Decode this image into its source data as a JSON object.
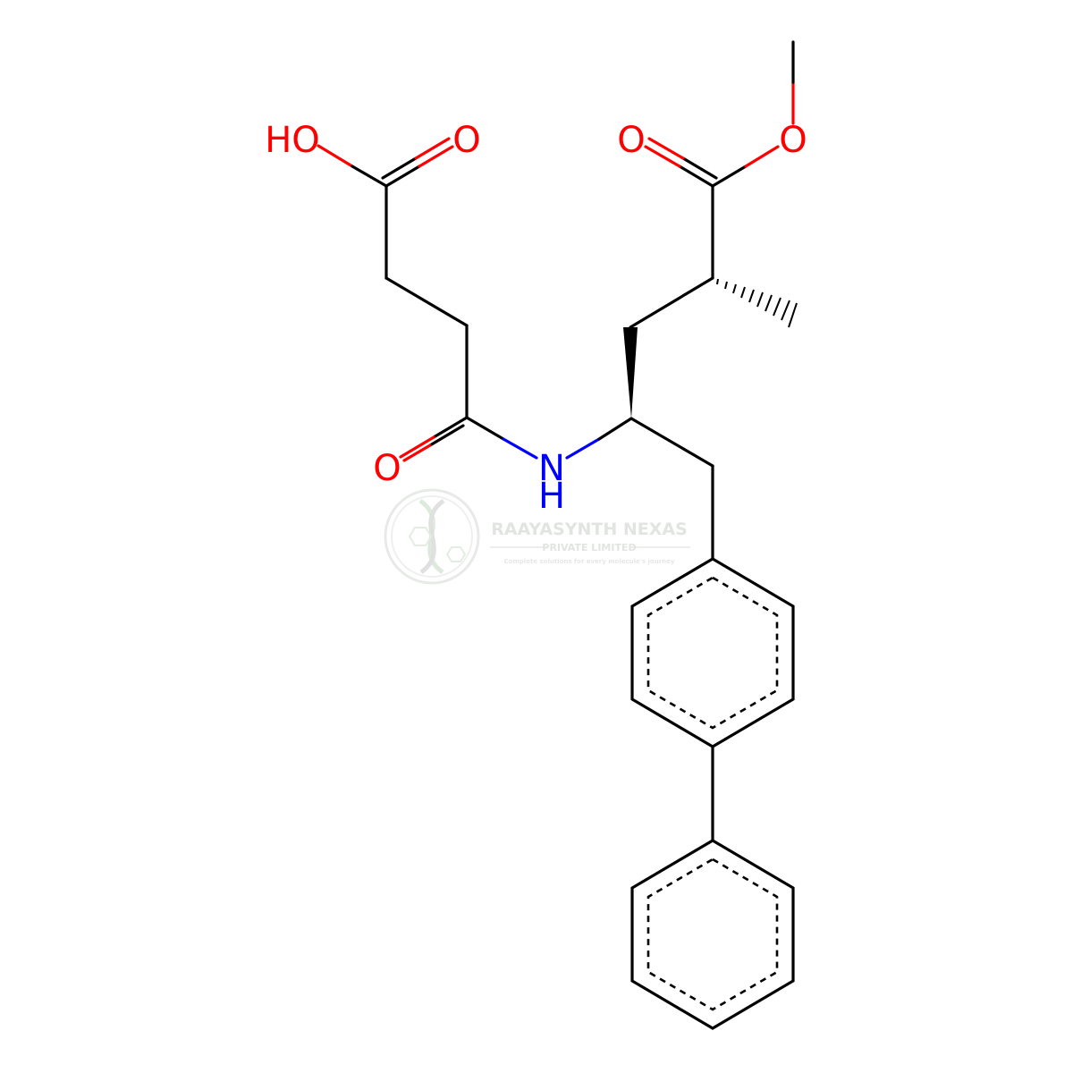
{
  "colors": {
    "bond": "#000000",
    "oxygen": "#ff0000",
    "nitrogen": "#0000ff",
    "watermark": "#c9cfc9"
  },
  "atoms": {
    "oh_label": "HO",
    "acid_carbonyl_o": "O",
    "amide_carbonyl_o": "O",
    "amide_n": "N",
    "amide_h": "H",
    "ester_carbonyl_o": "O",
    "ester_o": "O"
  },
  "watermark": {
    "logo": "dna-hexagon-logo",
    "company": "RAAYASYNTH NEXAS",
    "subtitle": "PRIVATE LIMITED",
    "tagline": "Complete solutions for every molecule's journey"
  }
}
